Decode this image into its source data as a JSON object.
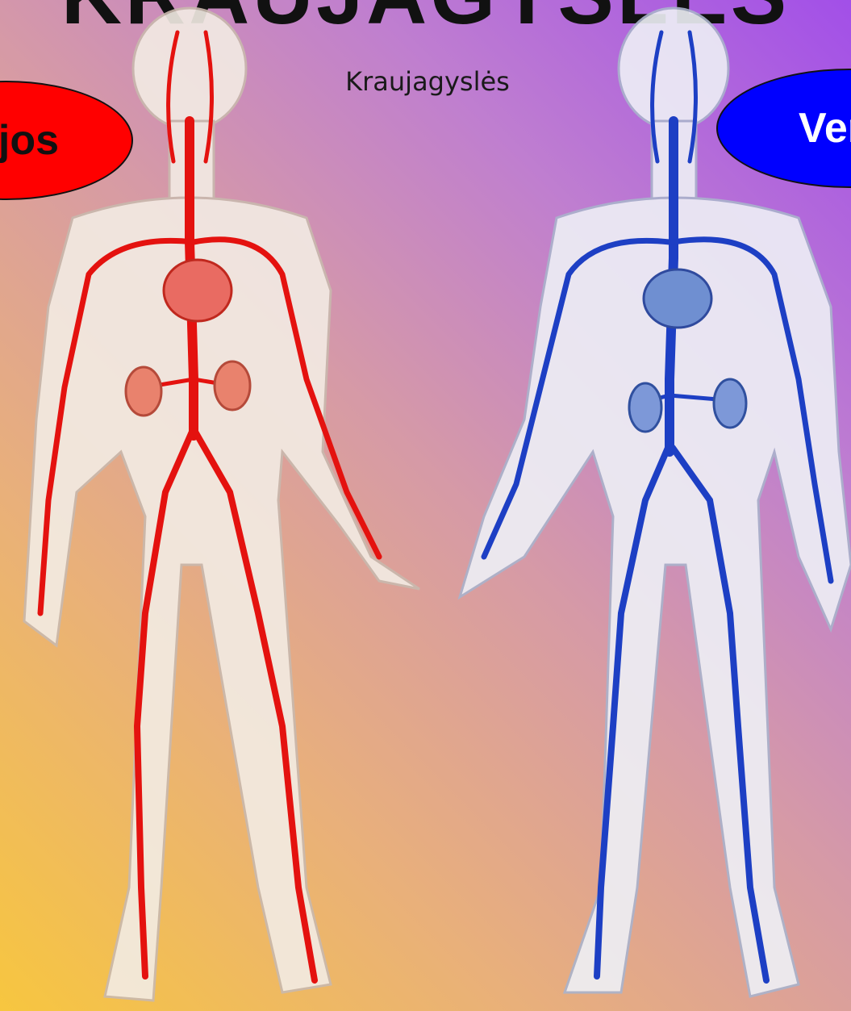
{
  "slide": {
    "title": "KRAUJAGYSLĖS",
    "subtitle": "Kraujagyslės",
    "left_label": "Arterijos",
    "right_label": "Venos"
  },
  "colors": {
    "artery_red": "#e4120f",
    "vein_blue": "#1d3fc4",
    "oval_red": "#ff0000",
    "oval_blue": "#0000ff"
  }
}
